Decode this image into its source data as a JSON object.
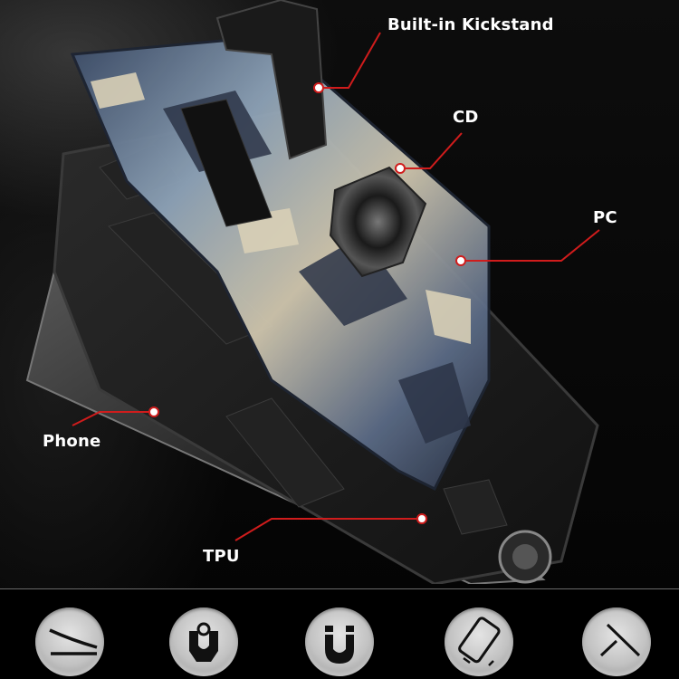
{
  "image": {
    "description": "Exploded view of a rugged camouflage phone case with built-in kickstand, showing layered components with red callout lines",
    "background_color": "#050505",
    "accent_color": "#d01c1c"
  },
  "callouts": [
    {
      "id": "kickstand",
      "label": "Built-in Kickstand"
    },
    {
      "id": "cd",
      "label": "CD"
    },
    {
      "id": "pc",
      "label": "PC"
    },
    {
      "id": "phone",
      "label": "Phone"
    },
    {
      "id": "tpu",
      "label": "TPU"
    }
  ],
  "feature_icons": [
    {
      "name": "kickstand-angle-icon"
    },
    {
      "name": "ring-holder-icon"
    },
    {
      "name": "magnetic-icon"
    },
    {
      "name": "shockproof-phone-icon"
    },
    {
      "name": "stand-support-icon"
    }
  ]
}
